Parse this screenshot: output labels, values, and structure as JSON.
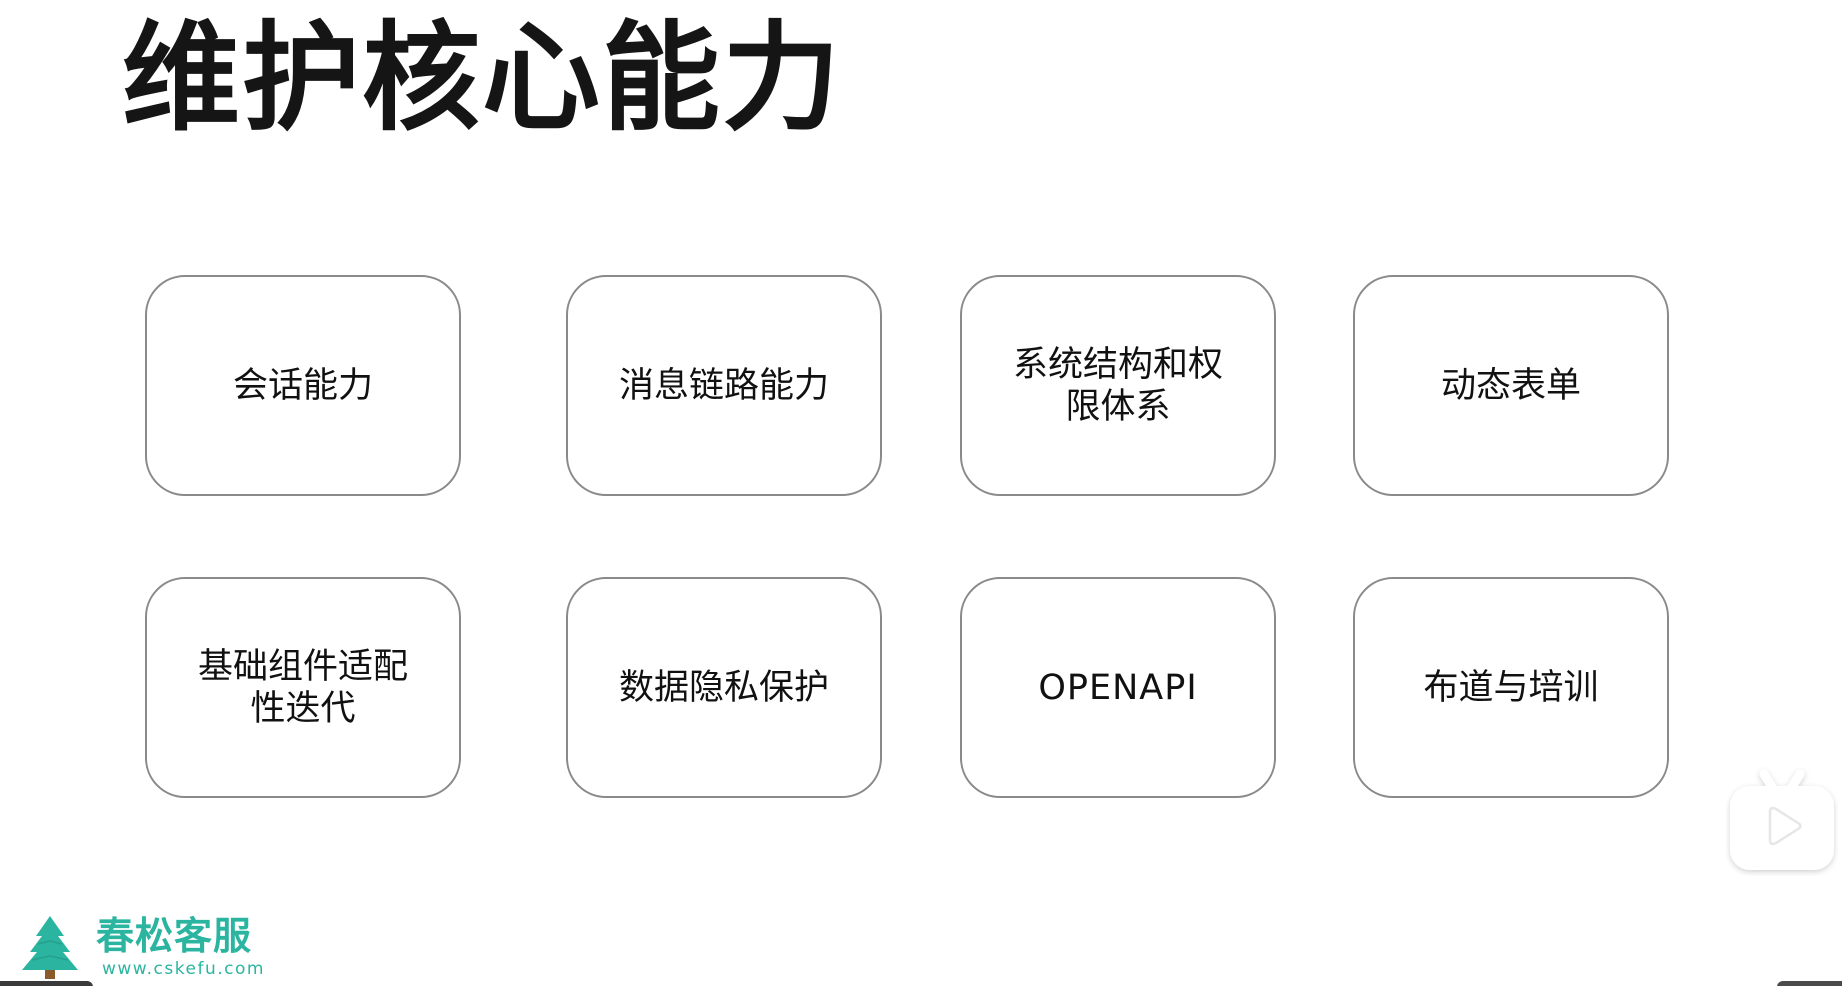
{
  "slide": {
    "title": "维护核心能力",
    "cards": [
      {
        "label": "会话能力"
      },
      {
        "label": "消息链路能力"
      },
      {
        "label": "系统结构和权限体系"
      },
      {
        "label": "动态表单"
      },
      {
        "label": "基础组件适配性迭代"
      },
      {
        "label": "数据隐私保护"
      },
      {
        "label": "OPENAPI"
      },
      {
        "label": "布道与培训"
      }
    ]
  },
  "logo": {
    "name": "春松客服",
    "url": "www.cskefu.com",
    "icon": "pine-tree-icon",
    "color": "#2bb5a0"
  },
  "overlay": {
    "play_badge_icon": "tv-play-icon"
  }
}
